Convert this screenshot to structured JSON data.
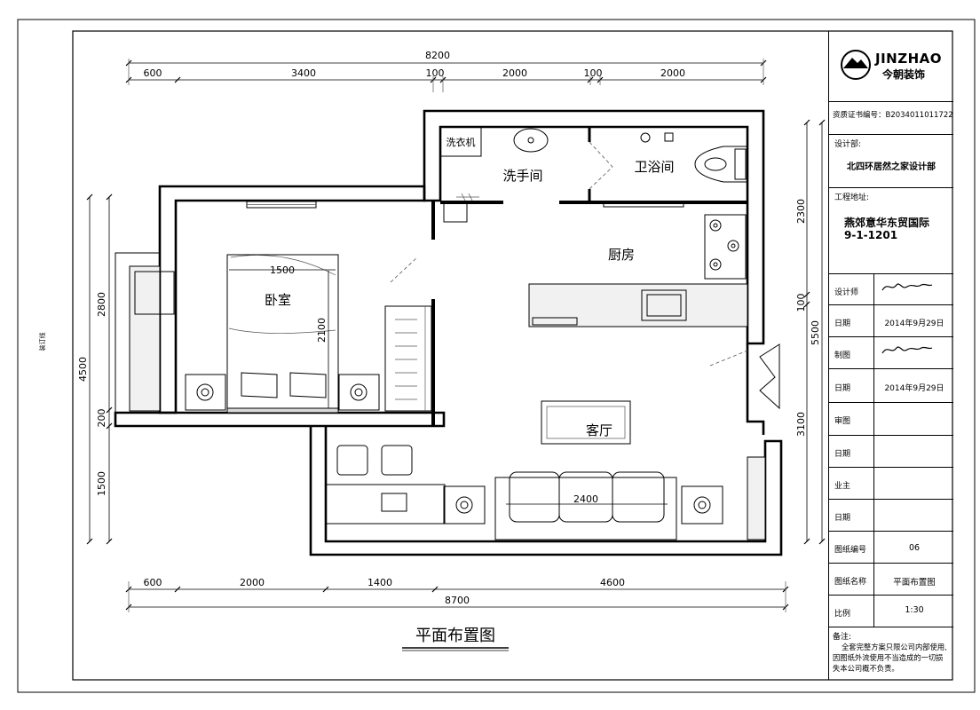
{
  "plan": {
    "total_top": "8200",
    "top_segments": [
      "600",
      "3400",
      "100",
      "2000",
      "100",
      "2000"
    ],
    "total_bottom": "8700",
    "bottom_segments": [
      "600",
      "2000",
      "1400",
      "4600"
    ],
    "right_total": "5500",
    "right_segments": [
      "2300",
      "100",
      "3100"
    ],
    "left_total": "4500",
    "left_segments": [
      "2800",
      "200",
      "1500"
    ],
    "bed_width": "1500",
    "bed_length": "2100",
    "sofa_width": "2400",
    "binding_line": "装订线",
    "rooms": {
      "laundry": "洗衣机",
      "washroom": "洗手间",
      "bathroom": "卫浴间",
      "kitchen": "厨房",
      "bedroom": "卧室",
      "living": "客厅"
    },
    "drawing_title": "平面布置图"
  },
  "title_block": {
    "brand": "JINZHAO",
    "brand_cn": "今朝装饰",
    "license": "资质证书编号：B2034011011722",
    "dept_label": "设计部:",
    "dept_value": "北四环居然之家设计部",
    "address_label": "工程地址:",
    "address_line1": "燕郊意华东贸国际",
    "address_line2": "9-1-1201",
    "designer_label": "设计师",
    "date_label": "日期",
    "date1": "2014年9月29日",
    "drafter_label": "制图",
    "date2": "2014年9月29日",
    "review_label": "审图",
    "review_date_label": "日期",
    "owner_label": "业主",
    "owner_date_label": "日期",
    "drawing_no_label": "图纸编号",
    "drawing_no": "06",
    "drawing_name_label": "图纸名称",
    "drawing_name": "平面布置图",
    "scale_label": "比例",
    "scale": "1:30",
    "notes_label": "备注:",
    "notes_line1": "全套完整方案只限公司内部使用,",
    "notes_line2": "因图纸外流使用不当造成的一切损",
    "notes_line3": "失本公司概不负责。"
  },
  "colors": {
    "ink": "#000000",
    "paper": "#ffffff"
  }
}
